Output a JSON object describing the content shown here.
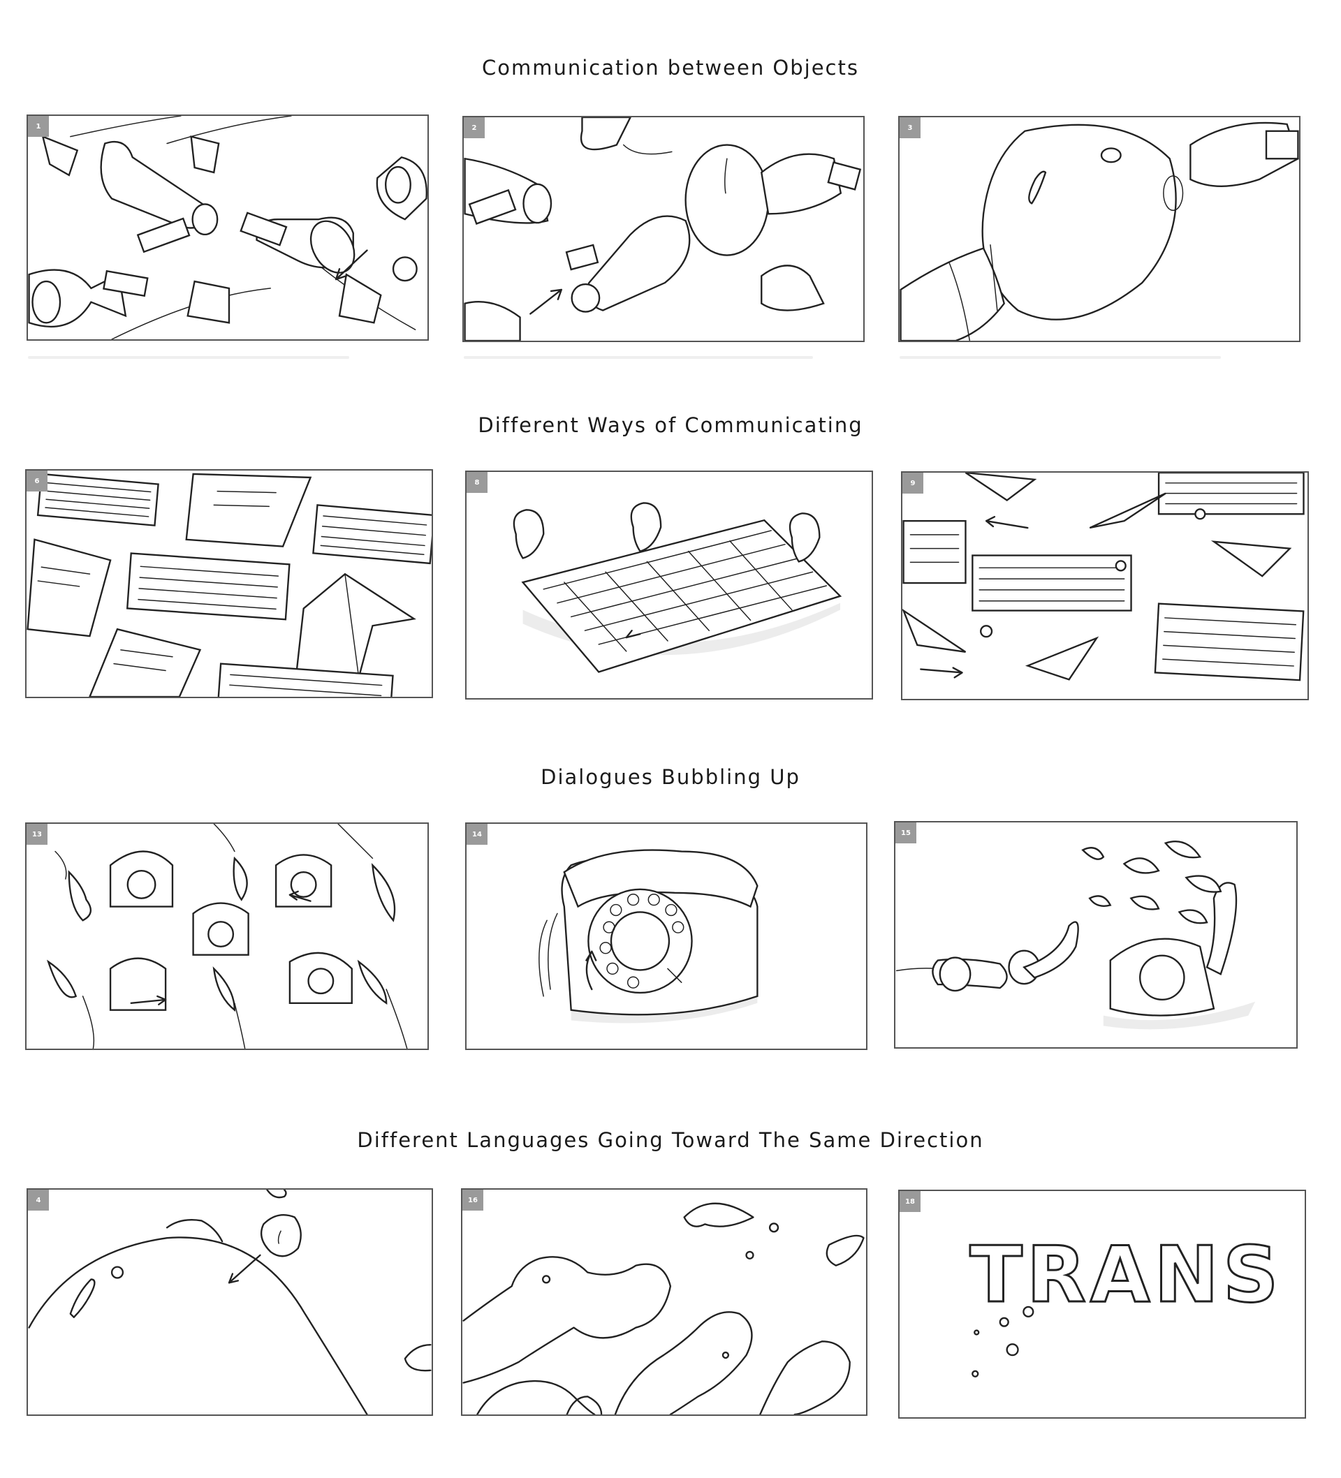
{
  "sections": [
    {
      "title": "Communication between Objects",
      "panels": [
        {
          "number": "1",
          "scene": "megaphones"
        },
        {
          "number": "2",
          "scene": "megaphones-merge"
        },
        {
          "number": "3",
          "scene": "megaphone-bubble"
        }
      ]
    },
    {
      "title": "Different Ways of Communicating",
      "panels": [
        {
          "number": "6",
          "scene": "keyboards-and-letters"
        },
        {
          "number": "8",
          "scene": "keyboard-bubbles"
        },
        {
          "number": "9",
          "scene": "keyboards-paper-planes"
        }
      ]
    },
    {
      "title": "Dialogues Bubbling Up",
      "panels": [
        {
          "number": "13",
          "scene": "rotary-phones"
        },
        {
          "number": "14",
          "scene": "rotary-phone-closeup"
        },
        {
          "number": "15",
          "scene": "phone-bubbles"
        }
      ]
    },
    {
      "title": "Different Languages Going Toward The Same Direction",
      "panels": [
        {
          "number": "4",
          "scene": "big-bubble"
        },
        {
          "number": "16",
          "scene": "bubble-streams"
        },
        {
          "number": "18",
          "scene": "trans-bubble-text",
          "lettering": "TRANS"
        }
      ]
    }
  ],
  "icons": {
    "arrow": "arrow-icon",
    "megaphone": "megaphone-icon",
    "keyboard": "keyboard-icon",
    "paper-plane": "paper-plane-icon",
    "rotary-phone": "rotary-phone-icon"
  },
  "colors": {
    "line": "#222222",
    "frame": "#555555",
    "badge": "#9a9a9a",
    "background": "#ffffff"
  }
}
